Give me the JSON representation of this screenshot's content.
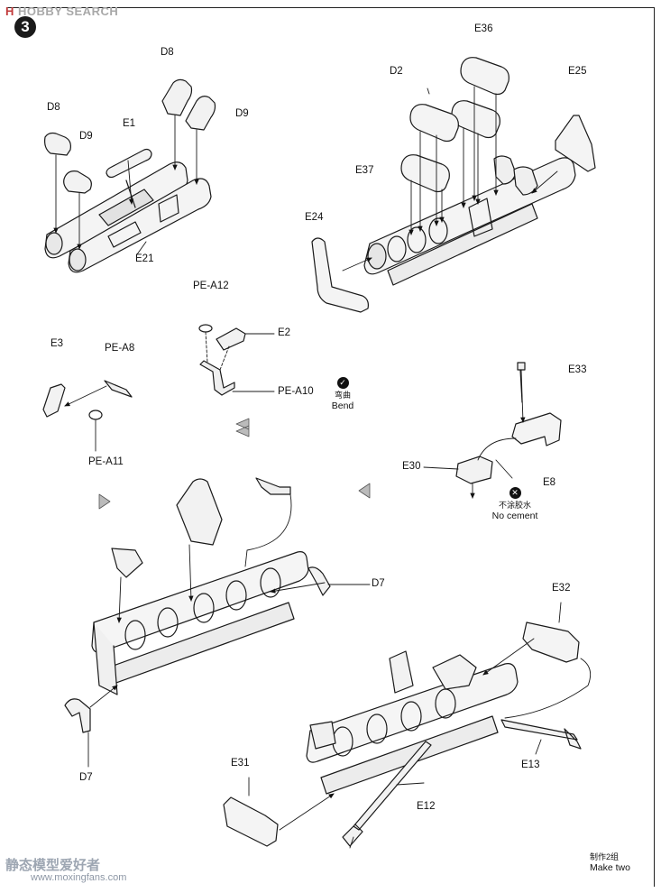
{
  "watermark": {
    "logo": "H",
    "top_text": "HOBBY SEARCH",
    "bottom_text": "静态模型爱好者",
    "url": "www.moxingfans.com"
  },
  "step": {
    "number": "3"
  },
  "callouts": {
    "d8_left": "D8",
    "d8_top": "D8",
    "d9_left": "D9",
    "d9_right": "D9",
    "e1": "E1",
    "e21": "E21",
    "e36": "E36",
    "d2": "D2",
    "e25": "E25",
    "e37": "E37",
    "e24": "E24",
    "pe_a12": "PE-A12",
    "e2": "E2",
    "pe_a10": "PE-A10",
    "e3": "E3",
    "pe_a8": "PE-A8",
    "pe_a11": "PE-A11",
    "e33": "E33",
    "e30": "E30",
    "e8": "E8",
    "d7_right": "D7",
    "d7_left": "D7",
    "e32": "E32",
    "e13": "E13",
    "e31": "E31",
    "e12": "E12"
  },
  "notes": {
    "bend_cn": "弯曲",
    "bend_en": "Bend",
    "no_cement_cn": "不涂胶水",
    "no_cement_en": "No cement",
    "make_two_cn": "制作2组",
    "make_two_en": "Make two"
  }
}
